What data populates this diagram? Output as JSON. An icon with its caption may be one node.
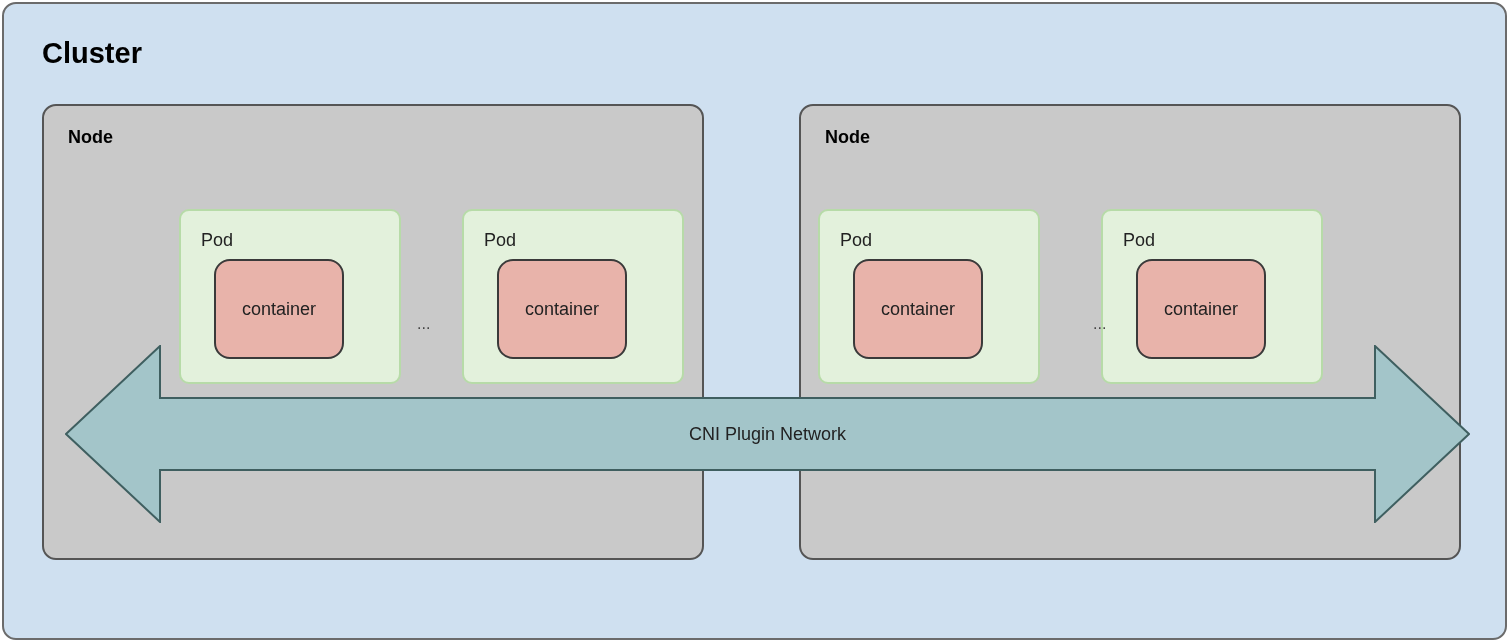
{
  "diagram": {
    "nodes": [
      {
        "text": [
          "Cluster"
        ]
      },
      {
        "text": [
          "Node"
        ],
        "in": 0
      },
      {
        "text": [
          "Pod"
        ],
        "in": 1
      },
      {
        "text": [
          "container"
        ],
        "in": 2
      },
      {
        "text": [
          "Pod"
        ],
        "in": 1
      },
      {
        "text": [
          "container"
        ],
        "in": 4
      },
      {
        "text": [
          "Node"
        ],
        "in": 0
      },
      {
        "text": [
          "Pod"
        ],
        "in": 6
      },
      {
        "text": [
          "container"
        ],
        "in": 7
      },
      {
        "text": [
          "Pod"
        ],
        "in": 6
      },
      {
        "text": [
          "container"
        ],
        "in": 9
      },
      {
        "text": [
          "CNI Plugin Network"
        ],
        "in": 0
      }
    ],
    "labels": [
      "...",
      "..."
    ]
  }
}
